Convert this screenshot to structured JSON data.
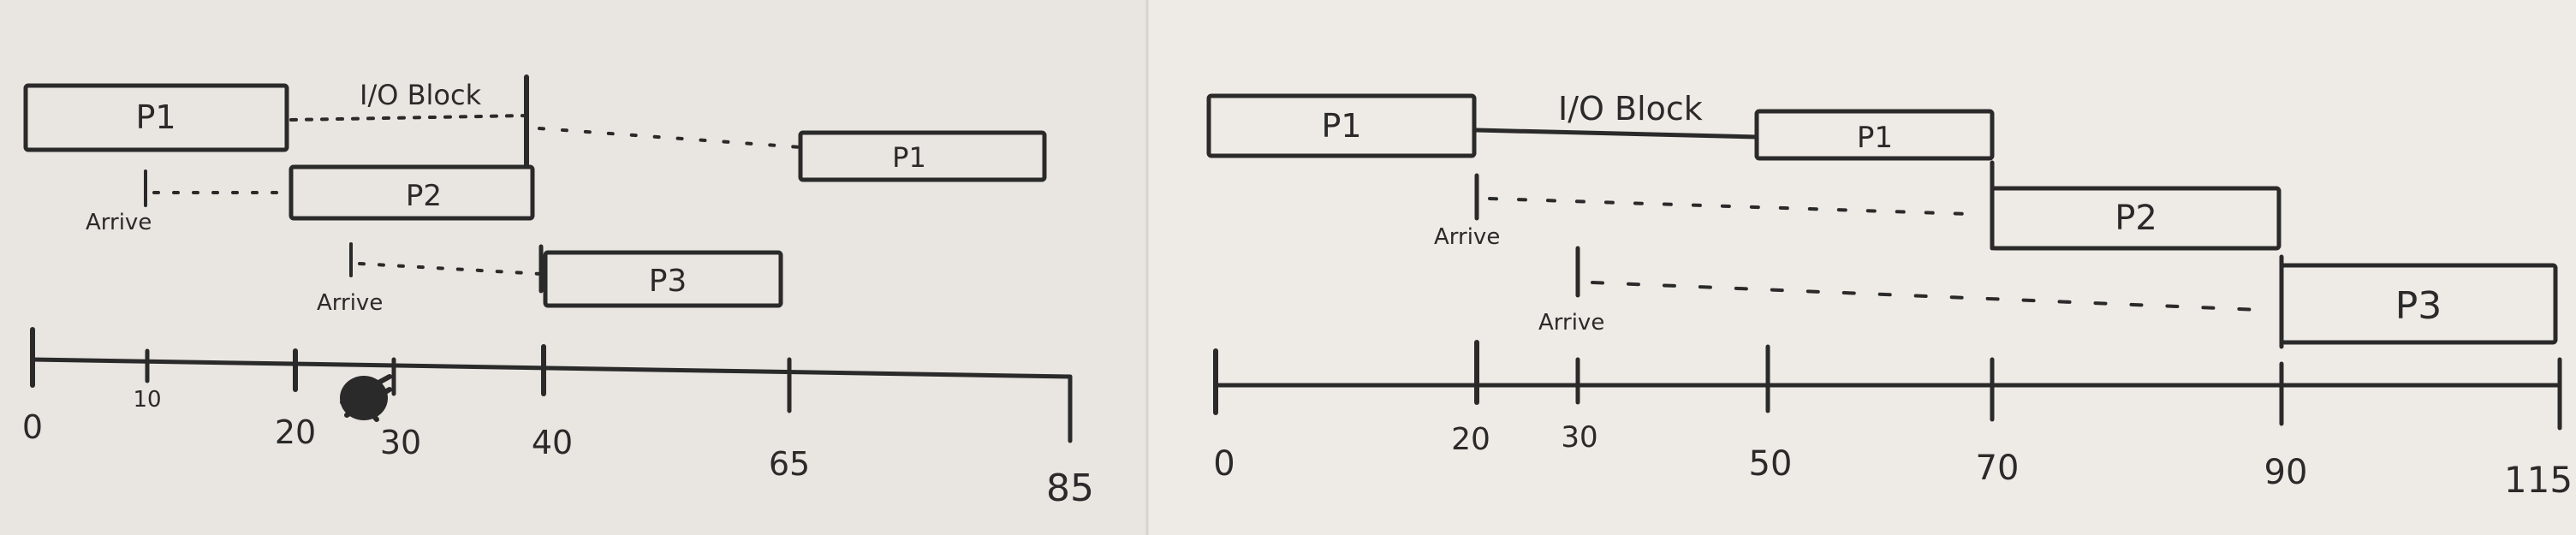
{
  "diagrams": [
    {
      "panel": "left",
      "block_label": "I/O Block",
      "arrive_labels": [
        "Arrive",
        "Arrive"
      ],
      "processes": [
        "P1",
        "P2",
        "P3",
        "P1"
      ],
      "ticks": [
        "0",
        "10",
        "20",
        "30",
        "40",
        "65",
        "85"
      ]
    },
    {
      "panel": "right",
      "block_label": "I/O Block",
      "arrive_labels": [
        "Arrive",
        "Arrive"
      ],
      "processes": [
        "P1",
        "P1",
        "P2",
        "P3"
      ],
      "ticks": [
        "0",
        "20",
        "30",
        "50",
        "70",
        "90",
        "115"
      ]
    }
  ],
  "colors": {
    "ink": "#2b2a2a",
    "paper_left": "#e9e5e0",
    "paper_right": "#eeeae5"
  }
}
